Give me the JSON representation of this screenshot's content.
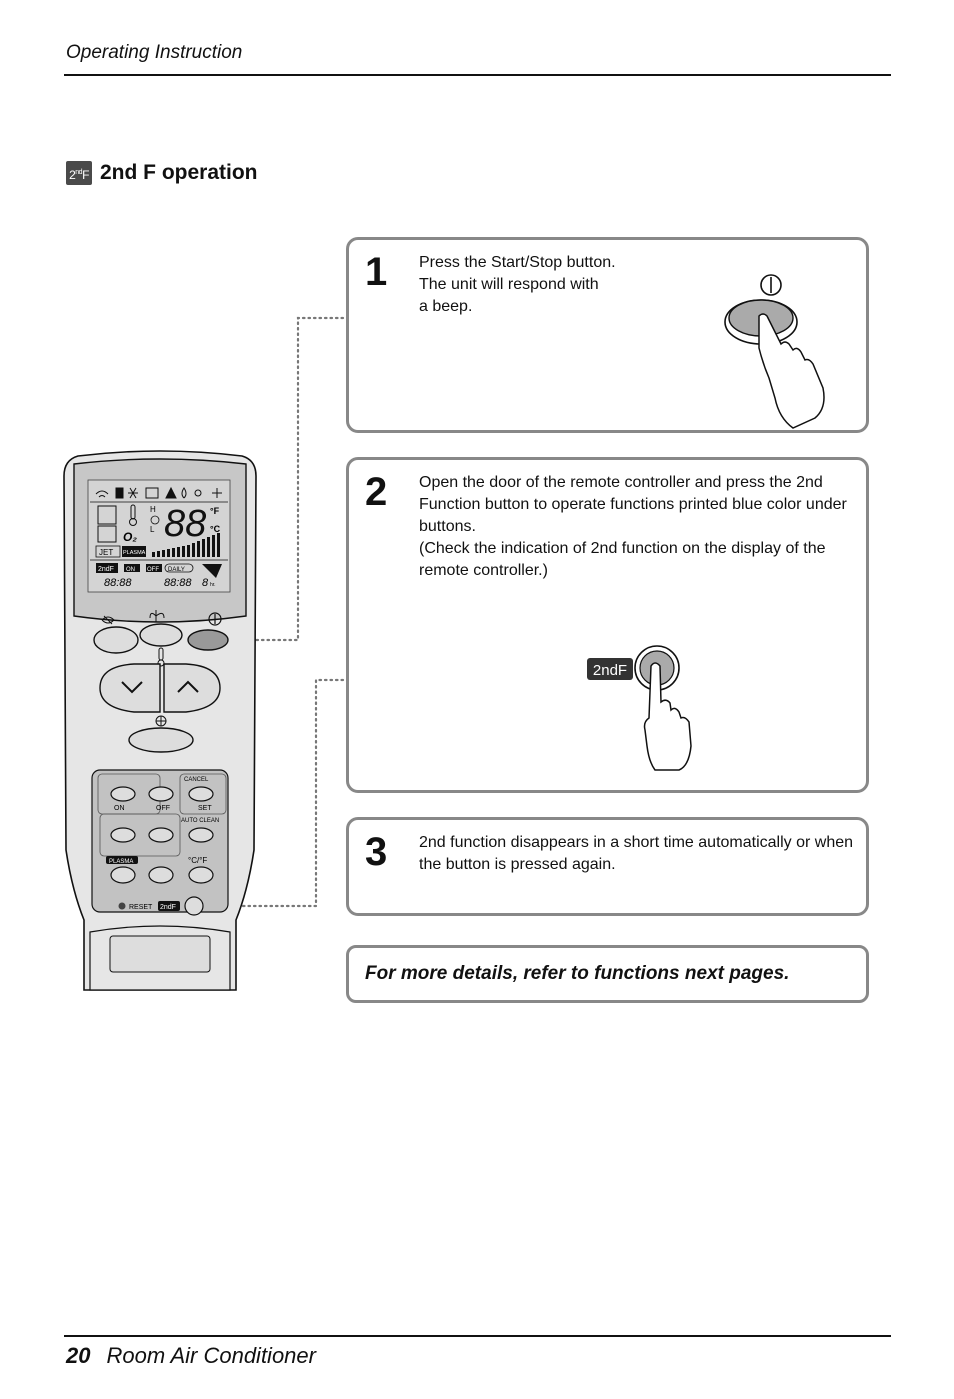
{
  "header": {
    "title": "Operating Instruction"
  },
  "section": {
    "icon_label": "2nd F",
    "title": "2nd F operation"
  },
  "steps": [
    {
      "number": "1",
      "lines": [
        "Press the Start/Stop button.",
        "The unit will respond with",
        "a beep."
      ]
    },
    {
      "number": "2",
      "lines": [
        "Open the door of the remote controller and press the 2nd",
        "Function button to operate functions printed blue color under",
        "buttons.",
        "(Check the indication of 2nd function on the display of the",
        "remote controller.)"
      ]
    },
    {
      "number": "3",
      "lines": [
        "2nd function disappears in a short time automatically or when",
        "the button is pressed again."
      ]
    }
  ],
  "more_details": "For more details, refer to functions next pages.",
  "footer": {
    "page_number": "20",
    "title": "Room Air Conditioner"
  },
  "remote": {
    "lcd": {
      "digits": "88",
      "unit_f": "°F",
      "unit_c": "°C",
      "jet": "JET",
      "plasma": "PLASMA",
      "second_f": "2ndF",
      "on": "ON",
      "off": "OFF",
      "daily": "DAILY",
      "time1": "88:88",
      "time2": "88:88",
      "hr": "hr.",
      "h": "H",
      "l": "L",
      "o2": "O₂"
    },
    "labels": {
      "cancel": "CANCEL",
      "on_timer": "ON",
      "off_timer": "OFF",
      "set": "SET",
      "auto_clean": "AUTO CLEAN",
      "plasma": "PLASMA",
      "cf": "°C/°F",
      "reset": "RESET",
      "second_f": "2ndF"
    }
  },
  "illustration": {
    "second_f_label": "2ndF"
  },
  "icons": [
    "power-icon",
    "pointing-hand-icon",
    "swing-icon",
    "fan-icon",
    "temperature-icon",
    "chevron-down-icon",
    "chevron-up-icon"
  ]
}
